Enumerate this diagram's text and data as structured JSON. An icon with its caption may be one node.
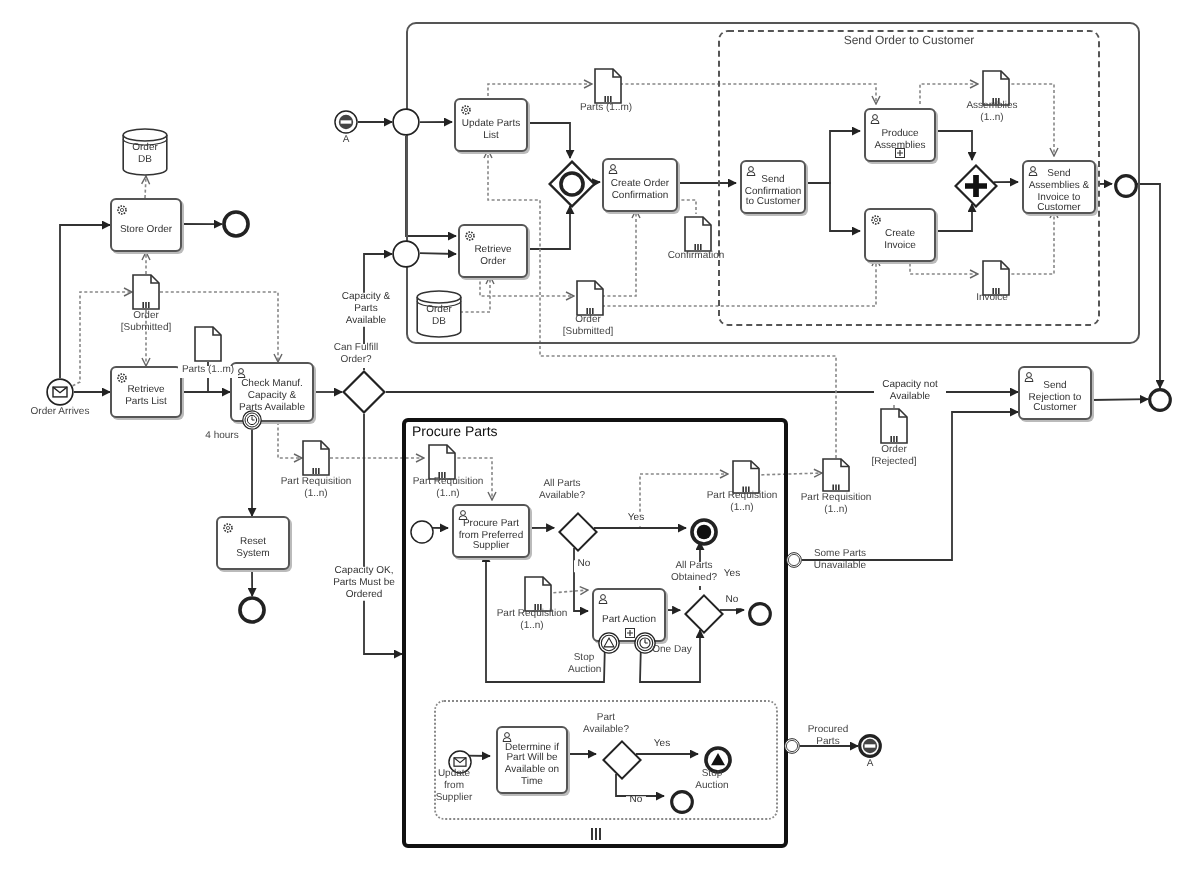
{
  "diagram": {
    "nodes": [
      {
        "text": [],
        "shape": "circle",
        "beside": [
          "Order Arrives"
        ]
      },
      {
        "text": [
          "Order DB"
        ]
      },
      {
        "text": [
          "Store Order"
        ]
      },
      {
        "text": [],
        "shape": "circle"
      },
      {
        "text": [],
        "shape": "document",
        "beside": [
          "Order [Submitted]"
        ]
      },
      {
        "text": [
          "Retrieve Parts List"
        ]
      },
      {
        "text": [],
        "shape": "document",
        "beside": [
          "Parts (1..m)"
        ]
      },
      {
        "text": [
          "Check Manuf. Capacity & Parts Available"
        ]
      },
      {
        "text": [],
        "shape": "circle",
        "beside": [
          "4 hours"
        ]
      },
      {
        "text": [],
        "shape": "document",
        "beside": [
          "Part Requisition (1..n)"
        ]
      },
      {
        "text": [
          "Reset System"
        ]
      },
      {
        "text": [],
        "shape": "circle"
      },
      {
        "text": [],
        "shape": "diamond",
        "beside": [
          "Can Fulfill Order?"
        ]
      },
      {
        "text": [],
        "shape": "box"
      },
      {
        "text": [],
        "shape": "circle",
        "beside": [
          "A"
        ]
      },
      {
        "text": [],
        "shape": "circle"
      },
      {
        "text": [],
        "shape": "circle"
      },
      {
        "text": [
          "Update Parts List"
        ],
        "in": 13
      },
      {
        "text": [],
        "shape": "document",
        "beside": [
          "Parts (1..m)"
        ],
        "in": 13
      },
      {
        "text": [
          "Retrieve Order"
        ],
        "in": 13
      },
      {
        "text": [
          "Order DB"
        ],
        "in": 13
      },
      {
        "text": [],
        "shape": "diamond",
        "in": 13
      },
      {
        "text": [
          "Create Order Confirmation"
        ],
        "in": 13
      },
      {
        "text": [],
        "shape": "document",
        "beside": [
          "Confirmation"
        ],
        "in": 13
      },
      {
        "text": [],
        "shape": "document",
        "beside": [
          "Order [Submitted]"
        ],
        "in": 13
      },
      {
        "text": [
          "Send Order to Customer"
        ],
        "in": 13
      },
      {
        "text": [
          "Send Confirmation to Customer"
        ],
        "in": 25
      },
      {
        "text": [
          "Produce Assemblies"
        ],
        "in": 25
      },
      {
        "text": [
          "Create Invoice"
        ],
        "in": 25
      },
      {
        "text": [],
        "shape": "document",
        "beside": [
          "Assemblies (1..n)"
        ],
        "in": 25
      },
      {
        "text": [],
        "shape": "diamond",
        "in": 25
      },
      {
        "text": [
          "Send Assemblies & Invoice to Customer"
        ],
        "in": 25
      },
      {
        "text": [],
        "shape": "document",
        "beside": [
          "Invoice"
        ],
        "in": 25
      },
      {
        "text": [],
        "shape": "circle",
        "in": 13
      },
      {
        "text": [],
        "shape": "circle"
      },
      {
        "text": [
          "Send Rejection to Customer"
        ]
      },
      {
        "text": [],
        "shape": "document",
        "beside": [
          "Order [Rejected]"
        ]
      },
      {
        "text": [],
        "shape": "document",
        "beside": [
          "Part Requisition (1..n)"
        ]
      },
      {
        "text": [
          "Procure Parts"
        ]
      },
      {
        "text": [],
        "shape": "document",
        "beside": [
          "Part Requisition (1..n)"
        ],
        "in": 38
      },
      {
        "text": [],
        "shape": "circle",
        "in": 38
      },
      {
        "text": [
          "Procure Part from Preferred Supplier"
        ],
        "in": 38
      },
      {
        "text": [],
        "shape": "diamond",
        "beside": [
          "All Parts Available?"
        ],
        "in": 38
      },
      {
        "text": [],
        "shape": "circle",
        "in": 38
      },
      {
        "text": [],
        "shape": "document",
        "beside": [
          "Part Requisition (1..n)"
        ],
        "in": 38
      },
      {
        "text": [],
        "shape": "document",
        "beside": [
          "Part Requisition (1..n)"
        ],
        "in": 38
      },
      {
        "text": [
          "Part Auction"
        ],
        "in": 38
      },
      {
        "text": [],
        "shape": "circle",
        "beside": [
          "Stop Auction"
        ],
        "in": 38
      },
      {
        "text": [],
        "shape": "circle",
        "beside": [
          "One Day"
        ],
        "in": 38
      },
      {
        "text": [],
        "shape": "diamond",
        "beside": [
          "All Parts Obtained?"
        ],
        "in": 38
      },
      {
        "text": [],
        "shape": "circle",
        "in": 38
      },
      {
        "text": [],
        "shape": "box",
        "in": 38
      },
      {
        "text": [],
        "shape": "circle",
        "beside": [
          "Update from Supplier"
        ],
        "in": 51
      },
      {
        "text": [
          "Determine if Part Will be Available on Time"
        ],
        "in": 51
      },
      {
        "text": [],
        "shape": "diamond",
        "beside": [
          "Part Available?"
        ],
        "in": 51
      },
      {
        "text": [],
        "shape": "circle",
        "beside": [
          "Stop Auction"
        ],
        "in": 51
      },
      {
        "text": [],
        "shape": "circle",
        "in": 51
      },
      {
        "text": [],
        "shape": "circle",
        "beside": [
          "Some Parts Unavailable"
        ]
      },
      {
        "text": [],
        "shape": "circle",
        "beside": [
          "Procured Parts"
        ]
      },
      {
        "text": [],
        "shape": "circle",
        "beside": [
          "A"
        ]
      }
    ],
    "edges": [
      {
        "from": 0,
        "to": 2,
        "arrow": "to"
      },
      {
        "from": 0,
        "to": 5,
        "arrow": "to"
      },
      {
        "from": 2,
        "to": 3,
        "arrow": "to"
      },
      {
        "from": 2,
        "to": 1,
        "arrow": "to",
        "style": "dashed"
      },
      {
        "from": 4,
        "to": 2,
        "arrow": "to",
        "style": "dashed"
      },
      {
        "from": 4,
        "to": 5,
        "arrow": "to",
        "style": "dashed"
      },
      {
        "from": 0,
        "to": 4,
        "arrow": "to",
        "style": "dashed"
      },
      {
        "from": 4,
        "to": 7,
        "arrow": "to",
        "style": "dashed"
      },
      {
        "from": 5,
        "to": 7,
        "arrow": "to"
      },
      {
        "from": 6,
        "to": null,
        "arrow": "none"
      },
      {
        "from": 7,
        "to": 12,
        "arrow": "to"
      },
      {
        "from": 8,
        "to": 10,
        "arrow": "to"
      },
      {
        "from": 10,
        "to": 11,
        "arrow": "to"
      },
      {
        "from": 7,
        "to": 9,
        "arrow": "to",
        "style": "dashed"
      },
      {
        "from": 9,
        "to": 39,
        "arrow": "to",
        "style": "dashed"
      },
      {
        "from": 12,
        "to": 16,
        "arrow": "to",
        "label": "Capacity & Parts Available"
      },
      {
        "from": 14,
        "to": 15,
        "arrow": "to"
      },
      {
        "from": 12,
        "to": 35,
        "arrow": "to",
        "label": "Capacity not Available"
      },
      {
        "from": 12,
        "to": 38,
        "arrow": "to",
        "label": "Capacity OK, Parts Must be Ordered"
      },
      {
        "from": 15,
        "to": 17,
        "arrow": "to"
      },
      {
        "from": 15,
        "to": 19,
        "arrow": "to"
      },
      {
        "from": 16,
        "to": 19,
        "arrow": "to"
      },
      {
        "from": 17,
        "to": 21,
        "arrow": "to"
      },
      {
        "from": 19,
        "to": 21,
        "arrow": "to"
      },
      {
        "from": 21,
        "to": 22,
        "arrow": "to"
      },
      {
        "from": 22,
        "to": 26,
        "arrow": "to"
      },
      {
        "from": 20,
        "to": 19,
        "arrow": "to",
        "style": "dashed"
      },
      {
        "from": 19,
        "to": 24,
        "arrow": "to",
        "style": "dashed"
      },
      {
        "from": 24,
        "to": 22,
        "arrow": "to",
        "style": "dashed"
      },
      {
        "from": 22,
        "to": 23,
        "arrow": "none",
        "style": "dashed"
      },
      {
        "from": 17,
        "to": 18,
        "arrow": "to",
        "style": "dashed"
      },
      {
        "from": 18,
        "to": 27,
        "arrow": "to",
        "style": "dashed"
      },
      {
        "from": 24,
        "to": 28,
        "arrow": "to",
        "style": "dashed"
      },
      {
        "from": 37,
        "to": 17,
        "arrow": "to",
        "style": "dashed"
      },
      {
        "from": 26,
        "to": 27,
        "arrow": "to"
      },
      {
        "from": 26,
        "to": 28,
        "arrow": "to"
      },
      {
        "from": 27,
        "to": 30,
        "arrow": "to"
      },
      {
        "from": 28,
        "to": 30,
        "arrow": "to"
      },
      {
        "from": 30,
        "to": 31,
        "arrow": "to"
      },
      {
        "from": 27,
        "to": 29,
        "arrow": "to",
        "style": "dashed"
      },
      {
        "from": 29,
        "to": 31,
        "arrow": "to",
        "style": "dashed"
      },
      {
        "from": 28,
        "to": 32,
        "arrow": "to",
        "style": "dashed"
      },
      {
        "from": 32,
        "to": 31,
        "arrow": "to",
        "style": "dashed"
      },
      {
        "from": 31,
        "to": 33,
        "arrow": "to"
      },
      {
        "from": 33,
        "to": 34,
        "arrow": "to"
      },
      {
        "from": 35,
        "to": 34,
        "arrow": "to"
      },
      {
        "from": 36,
        "to": null,
        "arrow": "none",
        "style": "dashed"
      },
      {
        "from": 44,
        "to": 37,
        "arrow": "to",
        "style": "dashed"
      },
      {
        "from": null,
        "to": 44,
        "arrow": "to",
        "style": "dashed"
      },
      {
        "from": 40,
        "to": 41,
        "arrow": "to"
      },
      {
        "from": 41,
        "to": 42,
        "arrow": "to"
      },
      {
        "from": 42,
        "to": 43,
        "arrow": "to",
        "label": "Yes"
      },
      {
        "from": 42,
        "to": 46,
        "arrow": "to",
        "label": "No"
      },
      {
        "from": 39,
        "to": 41,
        "arrow": "to",
        "style": "dashed"
      },
      {
        "from": 45,
        "to": 46,
        "arrow": "to",
        "style": "dashed"
      },
      {
        "from": 46,
        "to": 49,
        "arrow": "to"
      },
      {
        "from": 49,
        "to": 43,
        "arrow": "to",
        "label": "Yes"
      },
      {
        "from": 49,
        "to": 50,
        "arrow": "to",
        "label": "No"
      },
      {
        "from": 47,
        "to": 41,
        "arrow": "to"
      },
      {
        "from": 48,
        "to": 49,
        "arrow": "to"
      },
      {
        "from": 52,
        "to": 53,
        "arrow": "to"
      },
      {
        "from": 53,
        "to": 54,
        "arrow": "to"
      },
      {
        "from": 54,
        "to": 55,
        "arrow": "to",
        "label": "Yes"
      },
      {
        "from": 54,
        "to": 56,
        "arrow": "to",
        "label": "No"
      },
      {
        "from": 57,
        "to": 35,
        "arrow": "to"
      },
      {
        "from": 58,
        "to": 59,
        "arrow": "to"
      }
    ]
  }
}
